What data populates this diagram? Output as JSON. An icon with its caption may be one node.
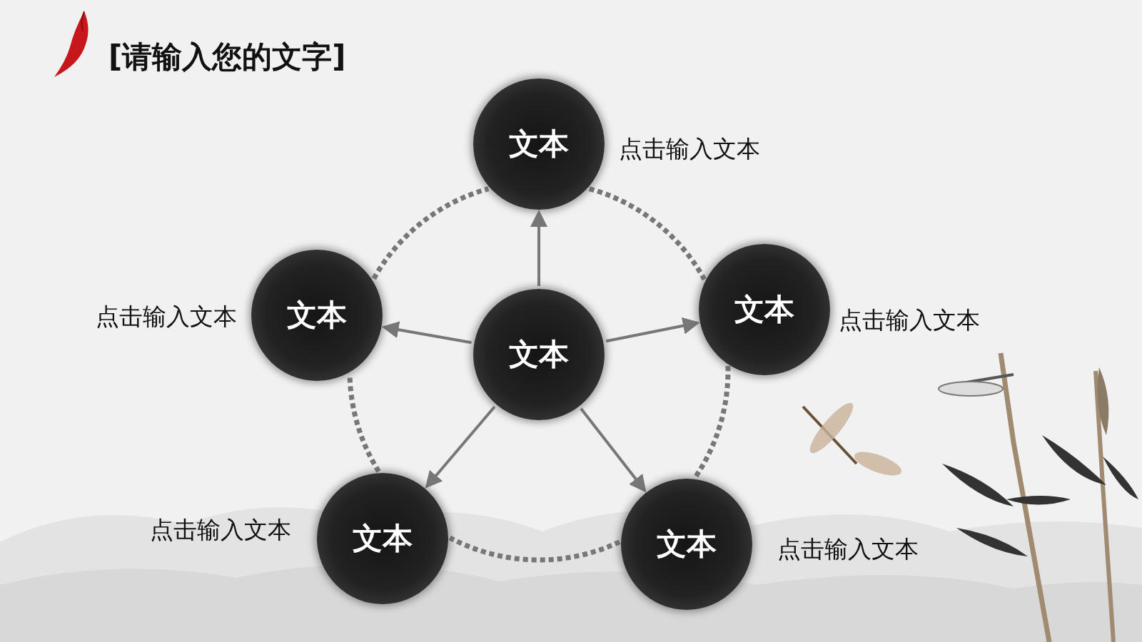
{
  "diagram": {
    "title": "[请输入您的文字]",
    "nodes": [
      {
        "text": [
          "文本"
        ]
      },
      {
        "text": [
          "文本"
        ],
        "beside": [
          "点击输入文本"
        ]
      },
      {
        "text": [
          "文本"
        ],
        "beside": [
          "点击输入文本"
        ]
      },
      {
        "text": [
          "文本"
        ],
        "beside": [
          "点击输入文本"
        ]
      },
      {
        "text": [
          "文本"
        ],
        "beside": [
          "点击输入文本"
        ]
      },
      {
        "text": [
          "文本"
        ],
        "beside": [
          "点击输入文本"
        ]
      }
    ],
    "edges": [
      {
        "from": 0,
        "to": 1,
        "arrow": "to"
      },
      {
        "from": 0,
        "to": 2,
        "arrow": "to"
      },
      {
        "from": 0,
        "to": 3,
        "arrow": "to"
      },
      {
        "from": 0,
        "to": 4,
        "arrow": "to"
      },
      {
        "from": 0,
        "to": 5,
        "arrow": "to"
      },
      {
        "from": 1,
        "to": 2,
        "arrow": "none",
        "style": "dashed"
      },
      {
        "from": 2,
        "to": 3,
        "arrow": "none",
        "style": "dashed"
      },
      {
        "from": 3,
        "to": 4,
        "arrow": "none",
        "style": "dashed"
      },
      {
        "from": 4,
        "to": 5,
        "arrow": "none",
        "style": "dashed"
      },
      {
        "from": 5,
        "to": 1,
        "arrow": "none",
        "style": "dashed"
      }
    ]
  }
}
